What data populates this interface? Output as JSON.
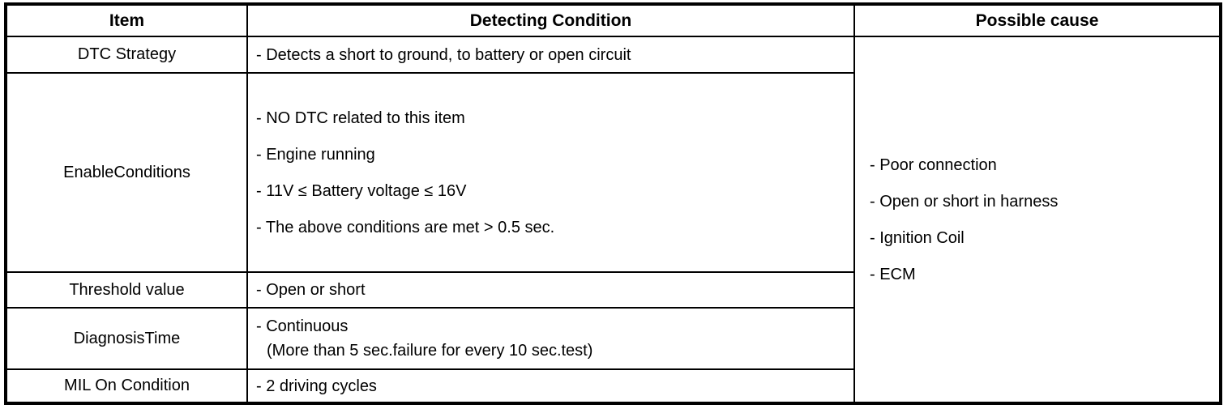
{
  "table": {
    "headers": [
      "Item",
      "Detecting Condition",
      "Possible cause"
    ],
    "rows": [
      {
        "item": "DTC Strategy",
        "conditions": [
          "- Detects a short to ground, to battery or open circuit"
        ]
      },
      {
        "item": "EnableConditions",
        "conditions": [
          "- NO DTC related to this item",
          "- Engine running",
          "- 11V ≤ Battery voltage ≤ 16V",
          "- The above conditions are met > 0.5 sec."
        ]
      },
      {
        "item": "Threshold value",
        "conditions": [
          "- Open or short"
        ]
      },
      {
        "item": "DiagnosisTime",
        "conditions": [
          "- Continuous",
          "(More than 5 sec.failure for every 10 sec.test)"
        ]
      },
      {
        "item": "MIL On Condition",
        "conditions": [
          "- 2 driving cycles"
        ]
      }
    ],
    "possible_causes": [
      "- Poor connection",
      "- Open or short in harness",
      "- Ignition Coil",
      "- ECM"
    ]
  },
  "colors": {
    "border": "#000000",
    "background": "#ffffff",
    "text": "#000000"
  }
}
